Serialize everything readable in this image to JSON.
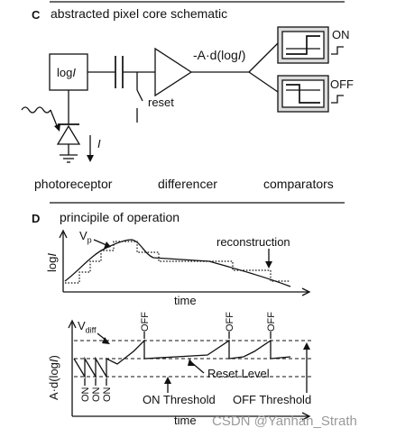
{
  "panel_c": {
    "label": "C",
    "title": "abstracted pixel core schematic",
    "log_box": "log",
    "log_box_var": "I",
    "gain_expr_prefix": "-A·d(log",
    "gain_expr_var": "I",
    "gain_expr_suffix": ")",
    "reset": "reset",
    "current": "I",
    "on": "ON",
    "off": "OFF",
    "captions": {
      "photoreceptor": "photoreceptor",
      "differencer": "differencer",
      "comparators": "comparators"
    }
  },
  "panel_d": {
    "label": "D",
    "title": "principile of operation",
    "top_plot": {
      "ylabel_prefix": "log",
      "ylabel_var": "I",
      "vp_main": "V",
      "vp_sub": "p",
      "reconstruction": "reconstruction",
      "xlabel": "time"
    },
    "bottom_plot": {
      "ylabel_prefix": "A·d(log",
      "ylabel_var": "I",
      "ylabel_suffix": ")",
      "vdiff_main": "V",
      "vdiff_sub": "diff",
      "reset_level": "Reset Level",
      "on_threshold": "ON Threshold",
      "off_threshold": "OFF Threshold",
      "on_events": [
        "ON",
        "ON",
        "ON"
      ],
      "off_events": [
        "OFF",
        "OFF",
        "OFF"
      ],
      "xlabel": "time"
    }
  },
  "watermark": "CSDN @Yanhan_Strath"
}
